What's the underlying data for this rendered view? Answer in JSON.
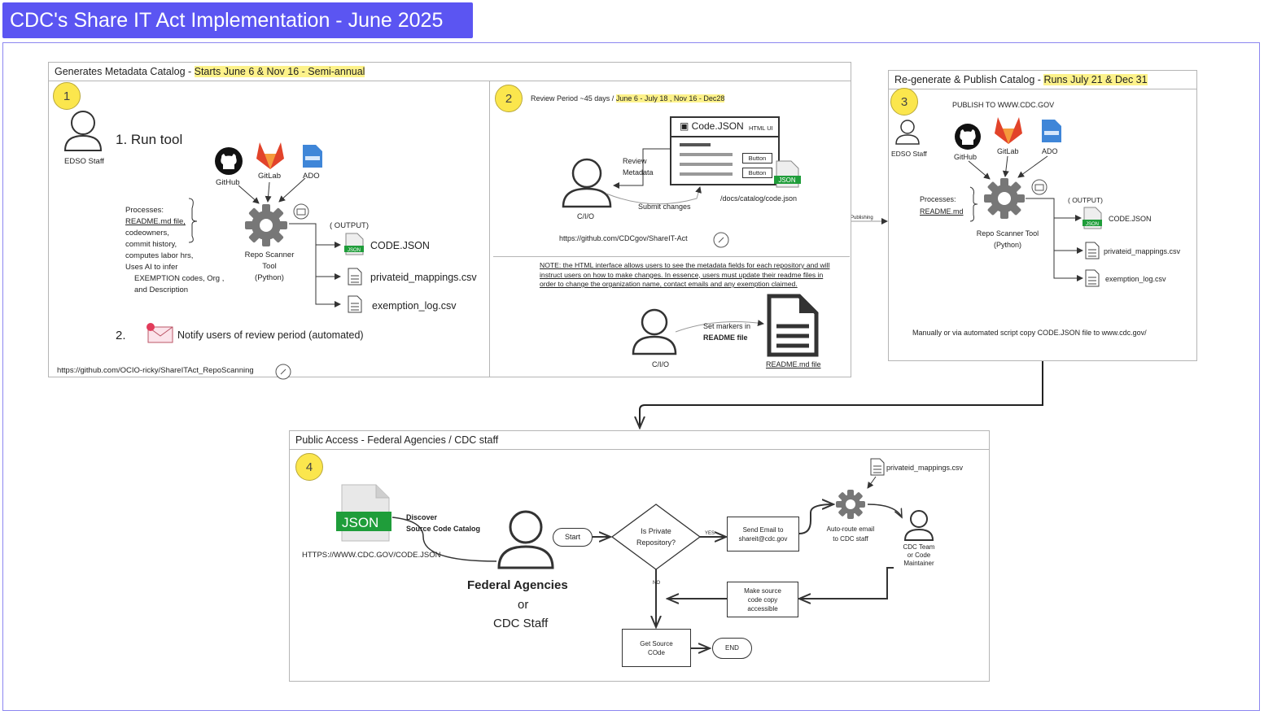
{
  "title": "CDC's Share IT Act Implementation - June 2025",
  "colors": {
    "title_bg": "#5b55f2",
    "highlight": "#fdf28a",
    "badge": "#fbe64d",
    "github": "#111111",
    "gitlab": "#e2432a",
    "ado": "#3f86d8",
    "json": "#1f9d3a"
  },
  "panel1": {
    "header_plain": "Generates Metadata Catalog - ",
    "header_highlight": "Starts June 6 & Nov 16  - Semi-annual",
    "badge": "1",
    "edso_label": "EDSO Staff",
    "step1": "1. Run tool",
    "sources": [
      "GitHub",
      "GitLab",
      "ADO"
    ],
    "processes_label": "Processes:",
    "processes_lines": [
      "README.md file,",
      "codeowners,",
      "commit history,",
      "computes labor hrs,",
      "Uses AI to infer",
      "EXEMPTION codes, Org ,",
      "and Description"
    ],
    "tool_label": [
      "Repo Scanner",
      "Tool",
      "(Python)"
    ],
    "output_label": "( OUTPUT)",
    "outputs": [
      "CODE.JSON",
      "privateid_mappings.csv",
      "exemption_log.csv"
    ],
    "step2_num": "2.",
    "step2_text": "Notify users of review period (automated)",
    "link": "https://github.com/OCIO-ricky/ShareITAct_RepoScanning"
  },
  "panel2": {
    "badge": "2",
    "review_plain": "Review Period ~45 days  / ",
    "review_highlight": "June 6 - July 18  ,  Nov 16 - Dec28",
    "ui_title": "Code.JSON",
    "ui_subtitle": "HTML UI",
    "ui_buttons": [
      "Button",
      "Button"
    ],
    "review_metadata": [
      "Review",
      "Metadata"
    ],
    "submit_changes": "Submit changes",
    "user_label": "C/I/O",
    "file_path": "/docs/catalog/code.json",
    "repo_link": "https://github.com/CDCgov/ShareIT-Act",
    "note": "NOTE: the HTML interface allows users to see the metadata fields for each repository and will instruct users on how to make changes.  In essence, users must update their readme files in order to change the organization name, contact emails and any exemption claimed.",
    "set_markers": [
      "Set markers in",
      "README file"
    ],
    "user2_label": "C/I/O",
    "readme_label": "README.md file"
  },
  "panel3": {
    "header_plain": "Re-generate & Publish Catalog - ",
    "header_highlight": "Runs July 21 & Dec 31",
    "badge": "3",
    "publish_label": "PUBLISH TO WWW.CDC.GOV",
    "edso_label": "EDSO Staff",
    "sources": [
      "GitHub",
      "GitLab",
      "ADO"
    ],
    "processes_label": "Processes:",
    "readme": "README.md",
    "tool_label": [
      "Repo Scanner Tool",
      "(Python)"
    ],
    "output_label": "( OUTPUT)",
    "outputs": [
      "CODE.JSON",
      "privateid_mappings.csv",
      "exemption_log.csv"
    ],
    "copy_text": "Manually or via automated script copy CODE.JSON file to www.cdc.gov/",
    "connector_label": "Publishing"
  },
  "panel4": {
    "header": "Public Access - Federal Agencies / CDC staff",
    "badge": "4",
    "discover": [
      "Discover",
      "Source Code Catalog"
    ],
    "url": "HTTPS://WWW.CDC.GOV/CODE.JSON",
    "json_label": "JSON",
    "agencies": [
      "Federal Agencies",
      "or",
      "CDC Staff"
    ],
    "start": "Start",
    "decision": [
      "Is Private",
      "Repository?"
    ],
    "yes": "YES",
    "no": "NO",
    "send_email": [
      "Send Email to",
      "shareit@cdc.gov"
    ],
    "auto_route": [
      "Auto-route email",
      "to CDC staff"
    ],
    "mappings_file": "privateid_mappings.csv",
    "team": [
      "CDC Team",
      "or Code",
      "Maintainer"
    ],
    "make_source": [
      "Make source",
      "code copy",
      "accessible"
    ],
    "get_source": [
      "Get Source",
      "COde"
    ],
    "end": "END"
  }
}
